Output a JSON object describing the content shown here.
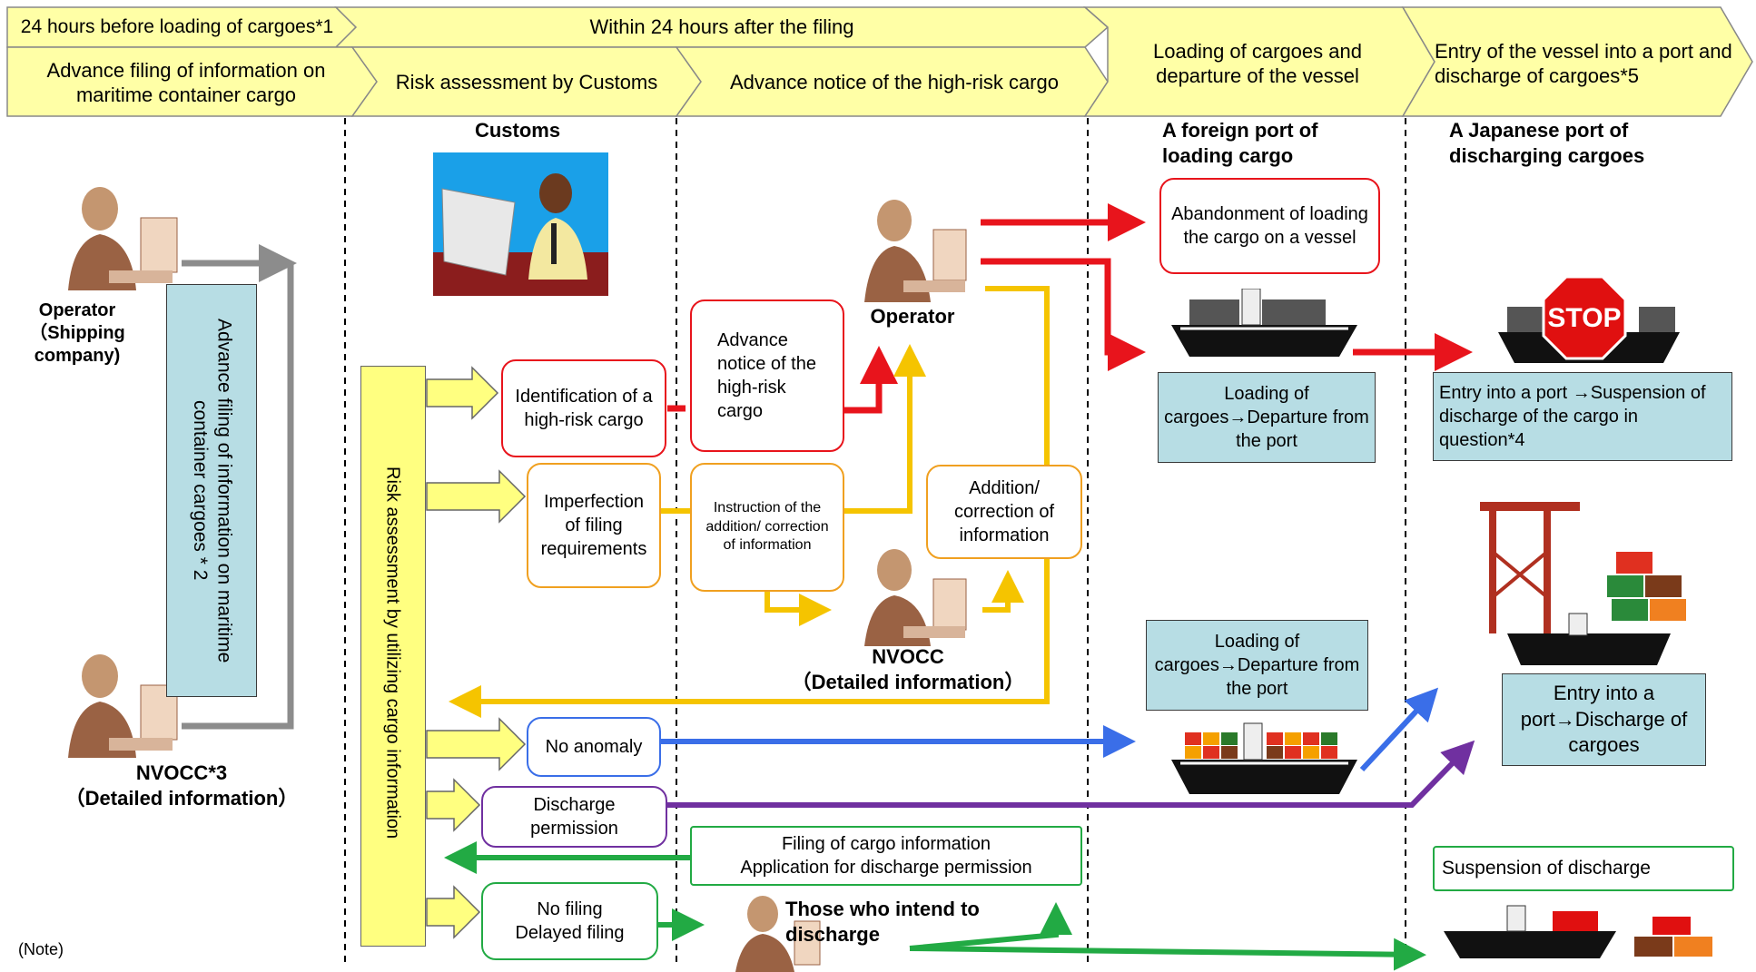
{
  "header": {
    "row1": [
      "24 hours before loading of cargoes*1",
      "Within 24 hours after the filing"
    ],
    "row2": [
      "Advance filing of information on maritime container cargo",
      "Risk assessment by Customs",
      "Advance notice of the high-risk cargo"
    ],
    "tall": [
      "Loading of cargoes and departure of the vessel",
      "Entry of the vessel into a port and discharge of cargoes*5"
    ]
  },
  "labels": {
    "operator_left": "Operator\n（Shipping\ncompany)",
    "nvocc_left": "NVOCC*3\n（Detailed information）",
    "customs": "Customs",
    "operator_mid": "Operator",
    "nvocc_mid": "NVOCC\n（Detailed  information）",
    "foreign_port": "A foreign port of\nloading cargo",
    "japanese_port": "A Japanese port of\ndischarging cargoes",
    "discharge_person": "Those who intend to\ndischarge",
    "note": "(Note)",
    "stop": "STOP"
  },
  "vertical": {
    "advance_filing": "Advance filing of information on maritime container cargoes * 2",
    "risk_assessment": "Risk assessment by utilizing cargo information"
  },
  "boxes": {
    "identification": "Identification of a high-risk cargo",
    "imperfection": "Imperfection of filing requirements",
    "no_anomaly": "No anomaly",
    "discharge_permission": "Discharge permission",
    "no_filing": "No filing\nDelayed filing",
    "advance_notice": "Advance notice of the high-risk cargo",
    "instruction": "Instruction of the addition/ correction of information",
    "addition": "Addition/ correction of information",
    "filing_cargo": "Filing of cargo information\nApplication for discharge permission",
    "abandonment": "Abandonment of loading the cargo on a vessel",
    "suspension": "Suspension of discharge"
  },
  "teal": {
    "loading1": "Loading of cargoes→Departure from the port",
    "loading2": "Loading of cargoes→Departure from the port",
    "entry_suspension": "Entry into a port →Suspension of discharge of the cargo in question*4",
    "entry_discharge": "Entry into a port→Discharge of cargoes"
  },
  "colors": {
    "header_fill": "#ffffa6",
    "teal_fill": "#b7dde4",
    "risk_fill": "#ffff80",
    "red": "#e8141c",
    "orange": "#f0a020",
    "yellow_line": "#f5c400",
    "blue": "#3a6ee8",
    "purple": "#7030a0",
    "green": "#22aa44",
    "gray": "#8c8c8c"
  }
}
